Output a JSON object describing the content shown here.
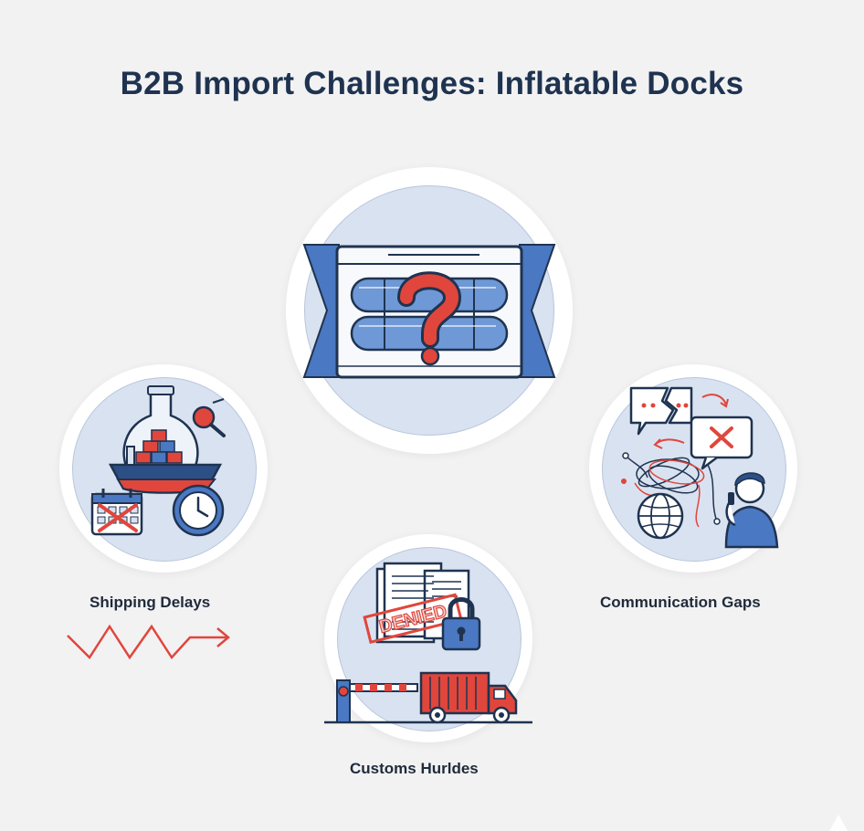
{
  "title": "B2B Import Challenges: Inflatable Docks",
  "center_node": {
    "icon": "inflatable-dock-question-icon",
    "label": ""
  },
  "nodes": [
    {
      "id": "shipping",
      "label": "Shipping Delays",
      "icon": "cargo-ship-delay-icon"
    },
    {
      "id": "customs",
      "label": "Customs Hurldes",
      "icon": "customs-denied-truck-icon"
    },
    {
      "id": "communication",
      "label": "Communication Gaps",
      "icon": "communication-breakdown-icon"
    }
  ],
  "stamp_text": "DENIED",
  "colors": {
    "navy": "#1f3350",
    "accent_red": "#e0463c",
    "accent_blue": "#4a78c2",
    "circle_fill": "#d9e2f0"
  }
}
